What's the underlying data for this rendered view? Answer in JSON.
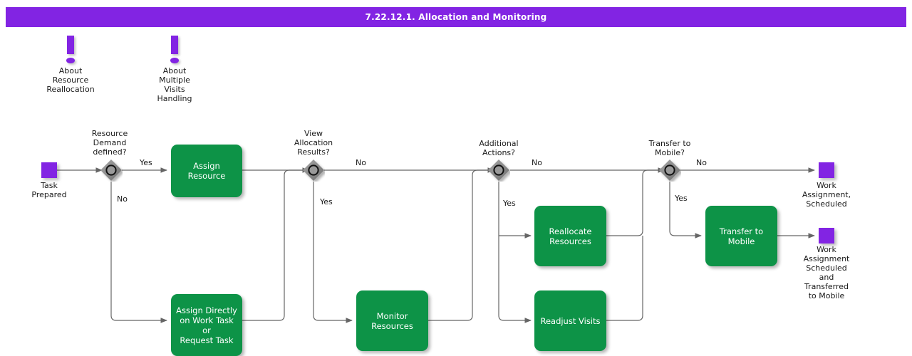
{
  "header": {
    "title": "7.22.12.1. Allocation and Monitoring",
    "bar_color": "#8224e3",
    "text_color": "#ffffff"
  },
  "palette": {
    "task_green": "#0d9347",
    "event_purple": "#8224e3",
    "decision_gray": "#808080",
    "edge_gray": "#666666",
    "text_dark": "#1a1a1a"
  },
  "diagram": {
    "type": "flowchart",
    "notes": [
      {
        "id": "note-resource-reallocation",
        "icon": "exclamation-note-icon",
        "label": "About\nResource\nReallocation"
      },
      {
        "id": "note-multiple-visits",
        "icon": "exclamation-note-icon",
        "label": "About\nMultiple\nVisits\nHandling"
      }
    ],
    "start_events": [
      {
        "id": "start-task-prepared",
        "label": "Task\nPrepared"
      }
    ],
    "end_events": [
      {
        "id": "end-work-assignment-scheduled",
        "label": "Work\nAssignment,\nScheduled"
      },
      {
        "id": "end-work-assignment-transferred",
        "label": "Work\nAssignment\nScheduled\nand\nTransferred\nto Mobile"
      }
    ],
    "decisions": [
      {
        "id": "decision-resource-demand",
        "label": "Resource\nDemand\ndefined?",
        "branches": [
          "Yes",
          "No"
        ]
      },
      {
        "id": "decision-view-allocation",
        "label": "View\nAllocation\nResults?",
        "branches": [
          "No",
          "Yes"
        ]
      },
      {
        "id": "decision-additional-actions",
        "label": "Additional\nActions?",
        "branches": [
          "No",
          "Yes"
        ]
      },
      {
        "id": "decision-transfer-to-mobile",
        "label": "Transfer to\nMobile?",
        "branches": [
          "No",
          "Yes"
        ]
      }
    ],
    "tasks": [
      {
        "id": "task-assign-resource",
        "label": "Assign Resource"
      },
      {
        "id": "task-assign-directly",
        "label": "Assign Directly\non Work Task or\nRequest Task"
      },
      {
        "id": "task-monitor-resources",
        "label": "Monitor\nResources"
      },
      {
        "id": "task-reallocate-resources",
        "label": "Reallocate\nResources"
      },
      {
        "id": "task-readjust-visits",
        "label": "Readjust Visits"
      },
      {
        "id": "task-transfer-to-mobile",
        "label": "Transfer to\nMobile"
      }
    ],
    "edge_labels": [
      {
        "id": "edge-label-yes-1",
        "text": "Yes"
      },
      {
        "id": "edge-label-no-1",
        "text": "No"
      },
      {
        "id": "edge-label-no-2",
        "text": "No"
      },
      {
        "id": "edge-label-yes-2",
        "text": "Yes"
      },
      {
        "id": "edge-label-no-3",
        "text": "No"
      },
      {
        "id": "edge-label-yes-3",
        "text": "Yes"
      },
      {
        "id": "edge-label-no-4",
        "text": "No"
      },
      {
        "id": "edge-label-yes-4",
        "text": "Yes"
      }
    ]
  }
}
